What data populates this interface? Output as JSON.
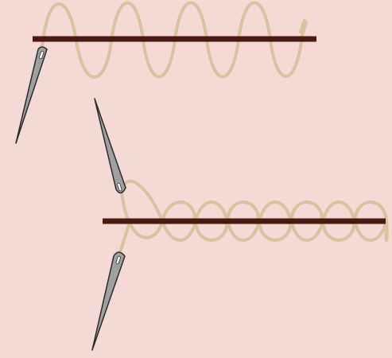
{
  "colors": {
    "background": "#f5d9d4",
    "fabric_line": "#4a1a10",
    "thread": "#d9c2a0",
    "needle_fill": "#a0a0a0",
    "needle_stroke": "#2a2a2a",
    "needle_eye": "#ffffff"
  },
  "figures": [
    {
      "name": "whip-stitch-single-needle",
      "stitch_turns": 4,
      "needles": [
        "needle-exiting-left"
      ]
    },
    {
      "name": "whip-stitch-double-needle",
      "stitch_turns": 8,
      "needles": [
        "needle-upper",
        "needle-lower"
      ]
    }
  ]
}
